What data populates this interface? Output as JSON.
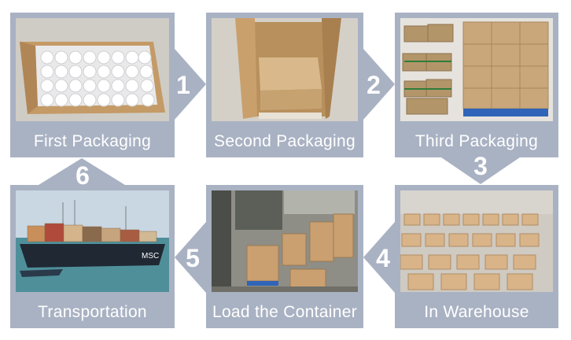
{
  "steps": [
    {
      "number": "1",
      "label": "First Packaging",
      "image": "bottles-in-box-photo"
    },
    {
      "number": "2",
      "label": "Second Packaging",
      "image": "inner-carton-photo"
    },
    {
      "number": "3",
      "label": "Third Packaging",
      "image": "cartons-on-pallet-photo"
    },
    {
      "number": "4",
      "label": "In Warehouse",
      "image": "warehouse-photo"
    },
    {
      "number": "5",
      "label": "Load the Container",
      "image": "container-loading-photo"
    },
    {
      "number": "6",
      "label": "Transportation",
      "image": "cargo-ship-photo"
    }
  ],
  "colors": {
    "panel": "#a9b2c3",
    "text": "#ffffff",
    "carton": "#c9a77a"
  }
}
